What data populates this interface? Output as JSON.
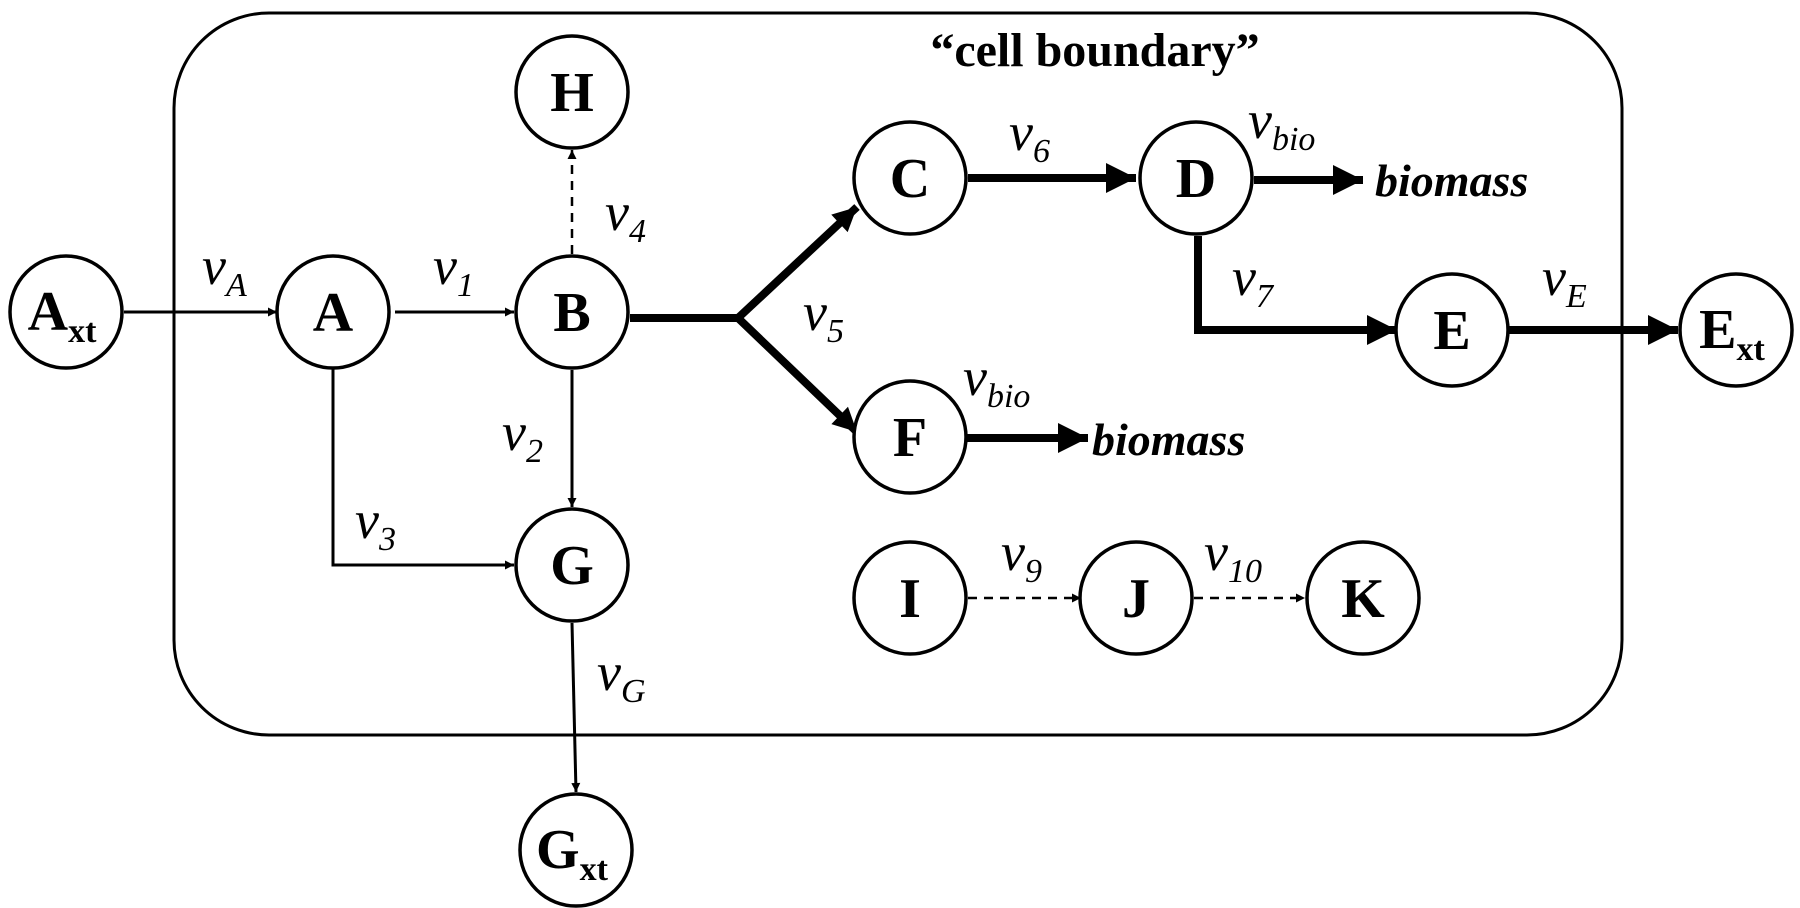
{
  "boundary_label": "“cell boundary”",
  "nodes": {
    "Axt": {
      "letter": "A",
      "sub": "xt"
    },
    "A": {
      "letter": "A"
    },
    "B": {
      "letter": "B"
    },
    "H": {
      "letter": "H"
    },
    "G": {
      "letter": "G"
    },
    "Gxt": {
      "letter": "G",
      "sub": "xt"
    },
    "C": {
      "letter": "C"
    },
    "D": {
      "letter": "D"
    },
    "E": {
      "letter": "E"
    },
    "Ext": {
      "letter": "E",
      "sub": "xt"
    },
    "F": {
      "letter": "F"
    },
    "I": {
      "letter": "I"
    },
    "J": {
      "letter": "J"
    },
    "K": {
      "letter": "K"
    }
  },
  "fluxes": {
    "vA": {
      "v": "v",
      "sub": "A"
    },
    "v1": {
      "v": "v",
      "sub": "1"
    },
    "v2": {
      "v": "v",
      "sub": "2"
    },
    "v3": {
      "v": "v",
      "sub": "3"
    },
    "v4": {
      "v": "v",
      "sub": "4"
    },
    "v5": {
      "v": "v",
      "sub": "5"
    },
    "v6": {
      "v": "v",
      "sub": "6"
    },
    "v7": {
      "v": "v",
      "sub": "7"
    },
    "v9": {
      "v": "v",
      "sub": "9"
    },
    "v10": {
      "v": "v",
      "sub": "10"
    },
    "vG": {
      "v": "v",
      "sub": "G"
    },
    "vE": {
      "v": "v",
      "sub": "E"
    },
    "vbio_D": {
      "v": "v",
      "sub": "bio"
    },
    "vbio_F": {
      "v": "v",
      "sub": "bio"
    }
  },
  "outputs": {
    "biomass_D": "biomass",
    "biomass_F": "biomass"
  }
}
